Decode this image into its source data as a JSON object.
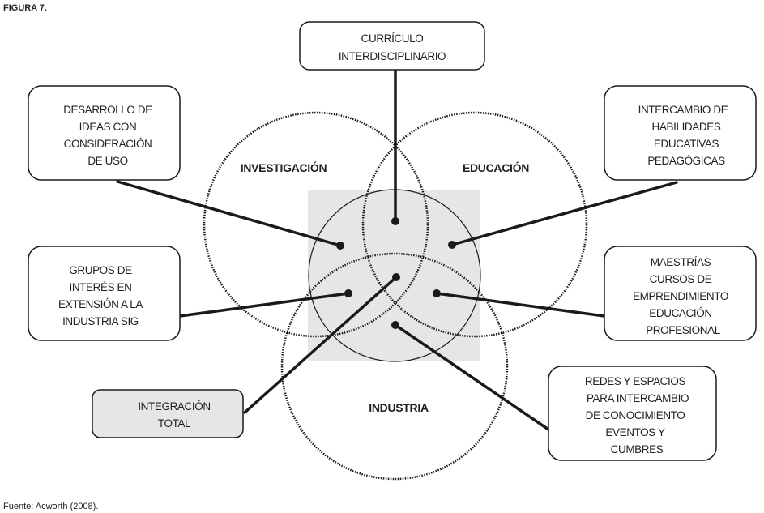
{
  "figure_title": "FIGURA 7.",
  "source": "Fuente: Acworth (2008).",
  "circles": {
    "investigacion": "INVESTIGACIÓN",
    "educacion": "EDUCACIÓN",
    "industria": "INDUSTRIA"
  },
  "boxes": {
    "curriculo": [
      "CURRÍCULO",
      "INTERDISCIPLINARIO"
    ],
    "desarrollo": [
      "DESARROLLO DE",
      "IDEAS CON",
      "CONSIDERACIÓN",
      "DE USO"
    ],
    "intercambio": [
      "INTERCAMBIO DE",
      "HABILIDADES",
      "EDUCATIVAS",
      "PEDAGÓGICAS"
    ],
    "grupos": [
      "GRUPOS DE",
      "INTERÉS EN",
      "EXTENSIÓN A LA",
      "INDUSTRIA SIG"
    ],
    "maestrias": [
      "MAESTRÍAS",
      "CURSOS DE",
      "EMPRENDIMIENTO",
      "EDUCACIÓN",
      "PROFESIONAL"
    ],
    "integracion": [
      "INTEGRACIÓN",
      "TOTAL"
    ],
    "redes": [
      "REDES Y ESPACIOS",
      "PARA INTERCAMBIO",
      "DE CONOCIMIENTO",
      "EVENTOS Y",
      "CUMBRES"
    ]
  },
  "colors": {
    "ink": "#1a1a1a",
    "highlight_fill": "#e6e6e6"
  }
}
